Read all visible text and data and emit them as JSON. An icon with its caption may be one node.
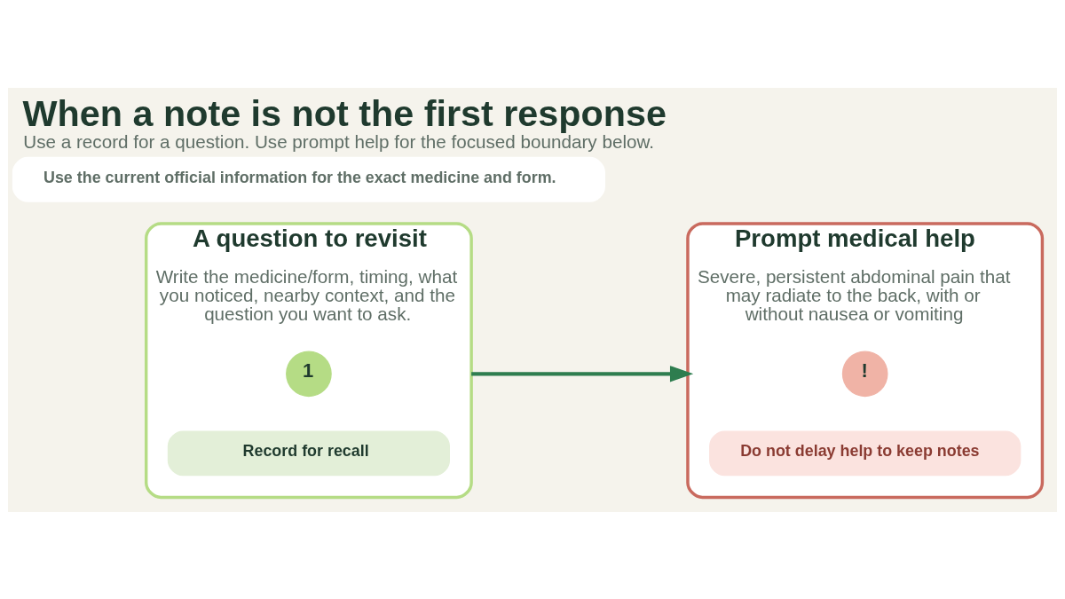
{
  "diagram": {
    "title": "When a note is not the first response",
    "caption": "Use a record for a question. Use prompt help for the focused boundary below.",
    "nodes": [
      {
        "text": [
          "A question to revisit",
          "Write the medicine/form, timing, what you noticed, nearby context, and the question you want to ask."
        ]
      },
      {
        "text": [
          "1"
        ],
        "in": 0
      },
      {
        "text": [
          "Record for recall"
        ],
        "in": 0
      },
      {
        "text": [
          "Prompt medical help",
          "Severe, persistent abdominal pain that may radiate to the back, with or without nausea or vomiting"
        ]
      },
      {
        "text": [
          "!"
        ],
        "in": 3
      },
      {
        "text": [
          "Do not delay help to keep notes"
        ],
        "in": 3
      },
      {
        "text": [
          "Use the current official information for the exact medicine and form."
        ]
      }
    ],
    "edges": [
      {
        "from": 0,
        "to": 3,
        "arrow": "to"
      }
    ]
  }
}
